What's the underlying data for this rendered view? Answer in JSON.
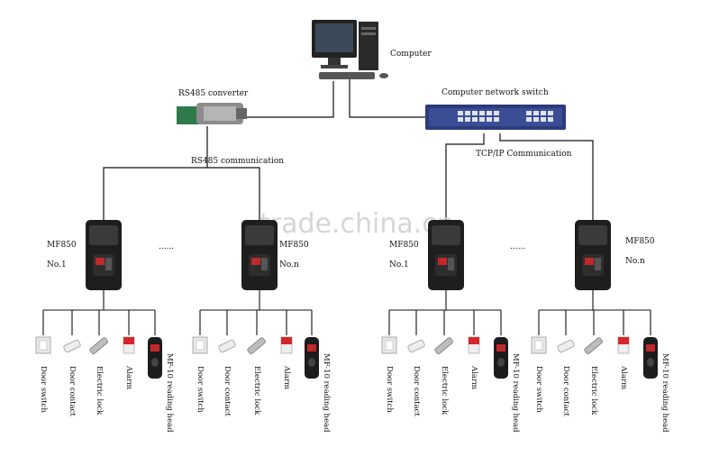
{
  "labels": {
    "computer": "Computer",
    "rs485_converter": "RS485 converter",
    "network_switch": "Computer network switch",
    "rs485_comm": "RS485 communication",
    "tcpip_comm": "TCP/IP Communication",
    "ellipsis": "......"
  },
  "watermark": "trade.china.cn",
  "controllers": [
    {
      "model": "MF850",
      "number": "No.1"
    },
    {
      "model": "MF850",
      "number": "No.n"
    },
    {
      "model": "MF850",
      "number": "No.1"
    },
    {
      "model": "MF850",
      "number": "No.n"
    }
  ],
  "peripherals": [
    "Door switch",
    "Door contact",
    "Electric lock",
    "Alarm",
    "MF-10 reading head"
  ]
}
